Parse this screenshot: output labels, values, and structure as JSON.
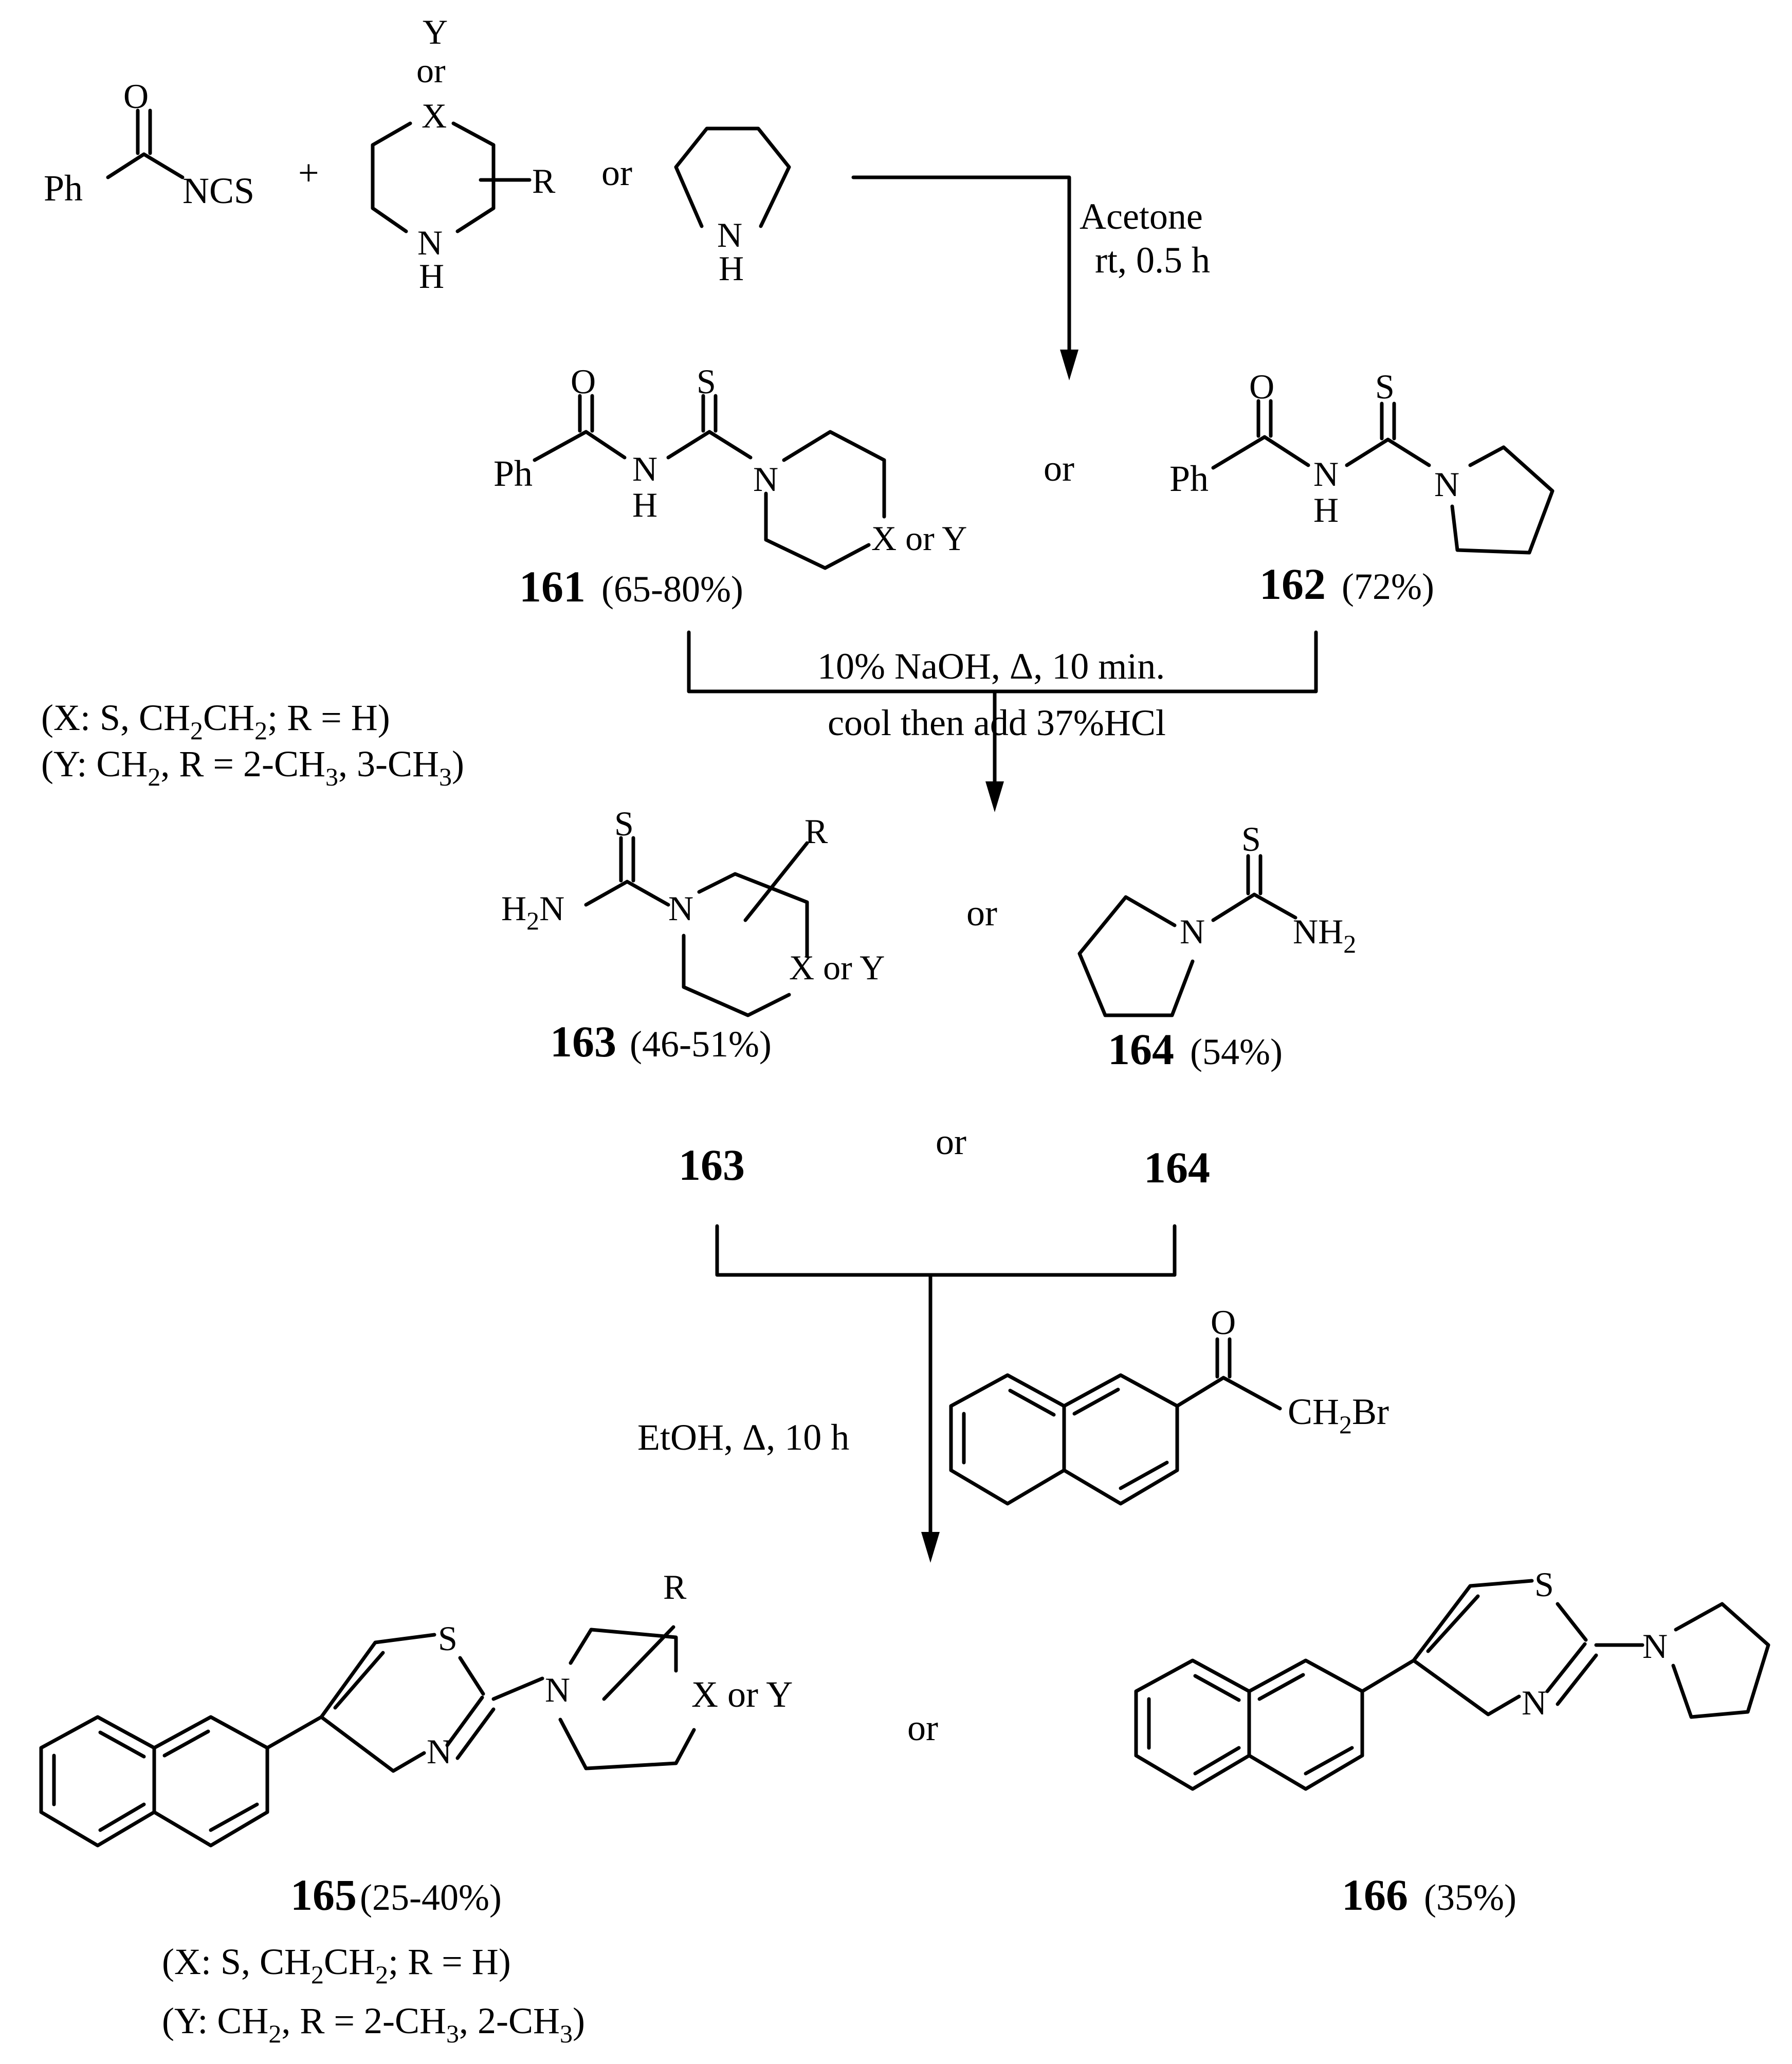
{
  "reagents": {
    "phenyl": "Ph",
    "isothiocyanate": "NCS",
    "oxygen": "O",
    "plus": "+",
    "ring_x": "X",
    "ring_y": "Y",
    "ring_r": "R",
    "ring_n": "N",
    "ring_h": "H",
    "or_small": "or",
    "or_mid": "or"
  },
  "step1": {
    "solvent": "Acetone",
    "conditions": "rt, 0.5 h"
  },
  "compounds": {
    "c161": {
      "id": "161",
      "yield": "(65-80%)",
      "ring_tail": "X or  Y"
    },
    "c162": {
      "id": "162",
      "yield": "(72%)"
    },
    "c163": {
      "id": "163",
      "yield": "(46-51%)",
      "ring_tail": "X or Y"
    },
    "c164": {
      "id": "164",
      "yield": "(54%)"
    },
    "c165": {
      "id": "165",
      "yield": "(25-40%)",
      "ring_tail": "X or Y"
    },
    "c166": {
      "id": "166",
      "yield": "(35%)"
    }
  },
  "atoms": {
    "S": "S",
    "O": "O",
    "N": "N",
    "H": "H",
    "R": "R",
    "H2": "H",
    "N_amine": "N",
    "NH": "NH",
    "sub2": "2",
    "CH": "CH",
    "Br": "Br"
  },
  "step2": {
    "line1": "10% NaOH, Δ, 10 min.",
    "line2": "cool then add 37%HCl"
  },
  "substituents_top": {
    "line1_a": "(X: S, CH",
    "line1_b": "CH",
    "line1_c": "; R = H)",
    "line2_a": "(Y: CH",
    "line2_b": ", R = 2-CH",
    "line2_c": ", 3-CH",
    "line2_d": ")",
    "sub2": "2",
    "sub3": "3"
  },
  "step3": {
    "conditions": "EtOH, Δ, 10 h"
  },
  "substituents_bottom": {
    "line1_a": "(X: S, CH",
    "line1_b": "CH",
    "line1_c": "; R = H)",
    "line2_a": "(Y: CH",
    "line2_b": ", R = 2-CH",
    "line2_c": ", 2-CH",
    "line2_d": ")",
    "sub2": "2",
    "sub3": "3"
  },
  "or_label": "or"
}
